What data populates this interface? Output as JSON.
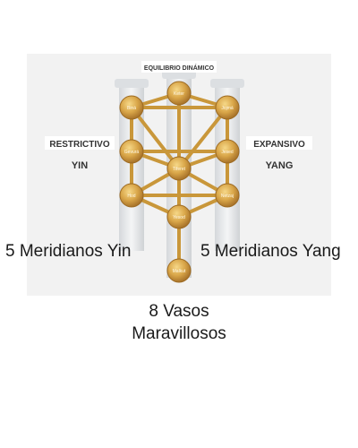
{
  "diagram": {
    "top_label": "EQUILIBRIO DINÁMICO",
    "left_title": "RESTRICTIVO",
    "left_sub": "YIN",
    "right_title": "EXPANSIVO",
    "right_sub": "YANG",
    "nodes": {
      "keter": "Keter",
      "binah": "Biná",
      "chokmah": "Jojmá",
      "gevurah": "Gevurá",
      "chesed": "Jesed",
      "tiferet": "Tiferet",
      "hod": "Hod",
      "netzach": "Netzaj",
      "yesod": "Yesod",
      "malkut": "Malkut"
    },
    "colors": {
      "gold": "#c9973a",
      "gold_light": "#f2cf7a",
      "pillar": "#e4e6e8",
      "background_panel": "#f1f1f1"
    }
  },
  "captions": {
    "left": "5 Meridianos Yin",
    "right": "5 Meridianos Yang",
    "bottom_line1": "8 Vasos",
    "bottom_line2": "Maravillosos"
  }
}
